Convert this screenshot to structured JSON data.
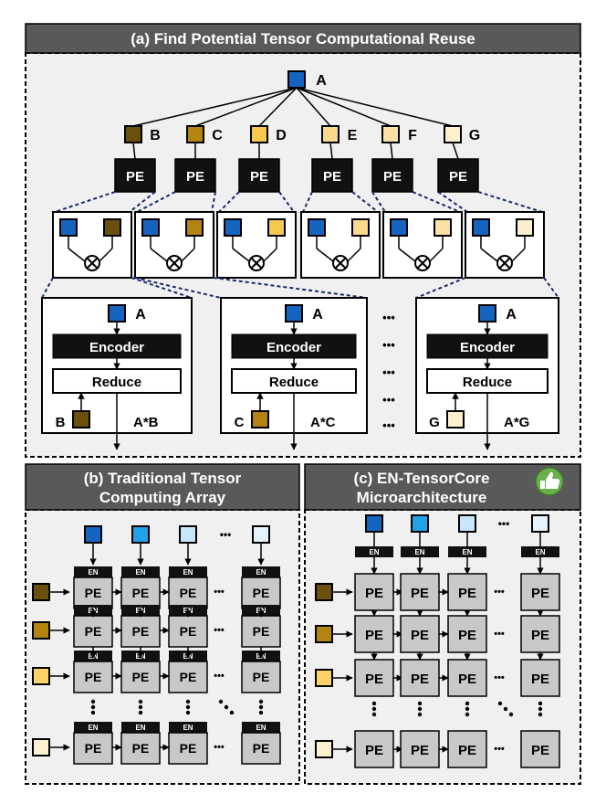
{
  "panels": {
    "a_title": "(a) Find Potential Tensor Computational Reuse",
    "b_title_line1": "(b) Traditional Tensor",
    "b_title_line2": "Computing Array",
    "c_title_line1": "(c) EN-TensorCore",
    "c_title_line2": "Microarchitecture"
  },
  "inputs": {
    "a": "A",
    "others": [
      {
        "label": "B",
        "color": "#6b4f0d"
      },
      {
        "label": "C",
        "color": "#b48410"
      },
      {
        "label": "D",
        "color": "#f5c84f"
      },
      {
        "label": "E",
        "color": "#fbd98c"
      },
      {
        "label": "F",
        "color": "#fce0a4"
      },
      {
        "label": "G",
        "color": "#fdf0cf"
      }
    ]
  },
  "pe_label": "PE",
  "en_label": "EN",
  "encoder_label": "Encoder",
  "reduce_label": "Reduce",
  "ellipsis": "•••",
  "details": [
    {
      "input": "A",
      "weight": "B",
      "result": "A*B"
    },
    {
      "input": "A",
      "weight": "C",
      "result": "A*C"
    },
    {
      "input": "A",
      "weight": "G",
      "result": "A*G"
    }
  ],
  "colors": {
    "a_blue": "#1565c0",
    "col_blues": [
      "#1565c0",
      "#1fa3e6",
      "#c7e6fa",
      "#e3f2fc"
    ],
    "row_yellows": [
      "#6b4f0d",
      "#b48410",
      "#fbd26a",
      "#fdf0cf"
    ],
    "pe_gray": "#c8c8c8",
    "title_bar": "#595959",
    "panel_bg": "#f0f0f0",
    "thumb_green": "#6ab04c"
  },
  "icons": [
    "multiply-icon",
    "thumbs-up-icon"
  ]
}
